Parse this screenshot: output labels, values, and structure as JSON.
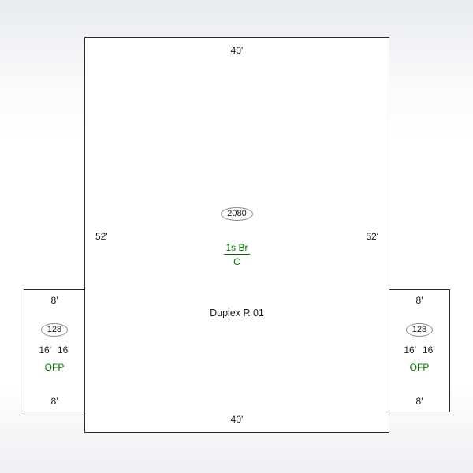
{
  "main_building": {
    "dim_top": "40'",
    "dim_bottom": "40'",
    "dim_left": "52'",
    "dim_right": "52'",
    "area": "2080",
    "story_numerator": "1s Br",
    "story_denominator": "C",
    "label": "Duplex R 01"
  },
  "left_porch": {
    "dim_top": "8'",
    "area": "128",
    "dim_side_a": "16'",
    "dim_side_b": "16'",
    "type": "OFP",
    "dim_bottom": "8'"
  },
  "right_porch": {
    "dim_top": "8'",
    "area": "128",
    "dim_side_a": "16'",
    "dim_side_b": "16'",
    "type": "OFP",
    "dim_bottom": "8'"
  },
  "colors": {
    "feature_green": "#007300",
    "outline": "#2a2a2a",
    "badge_border": "#8f8f8f"
  }
}
